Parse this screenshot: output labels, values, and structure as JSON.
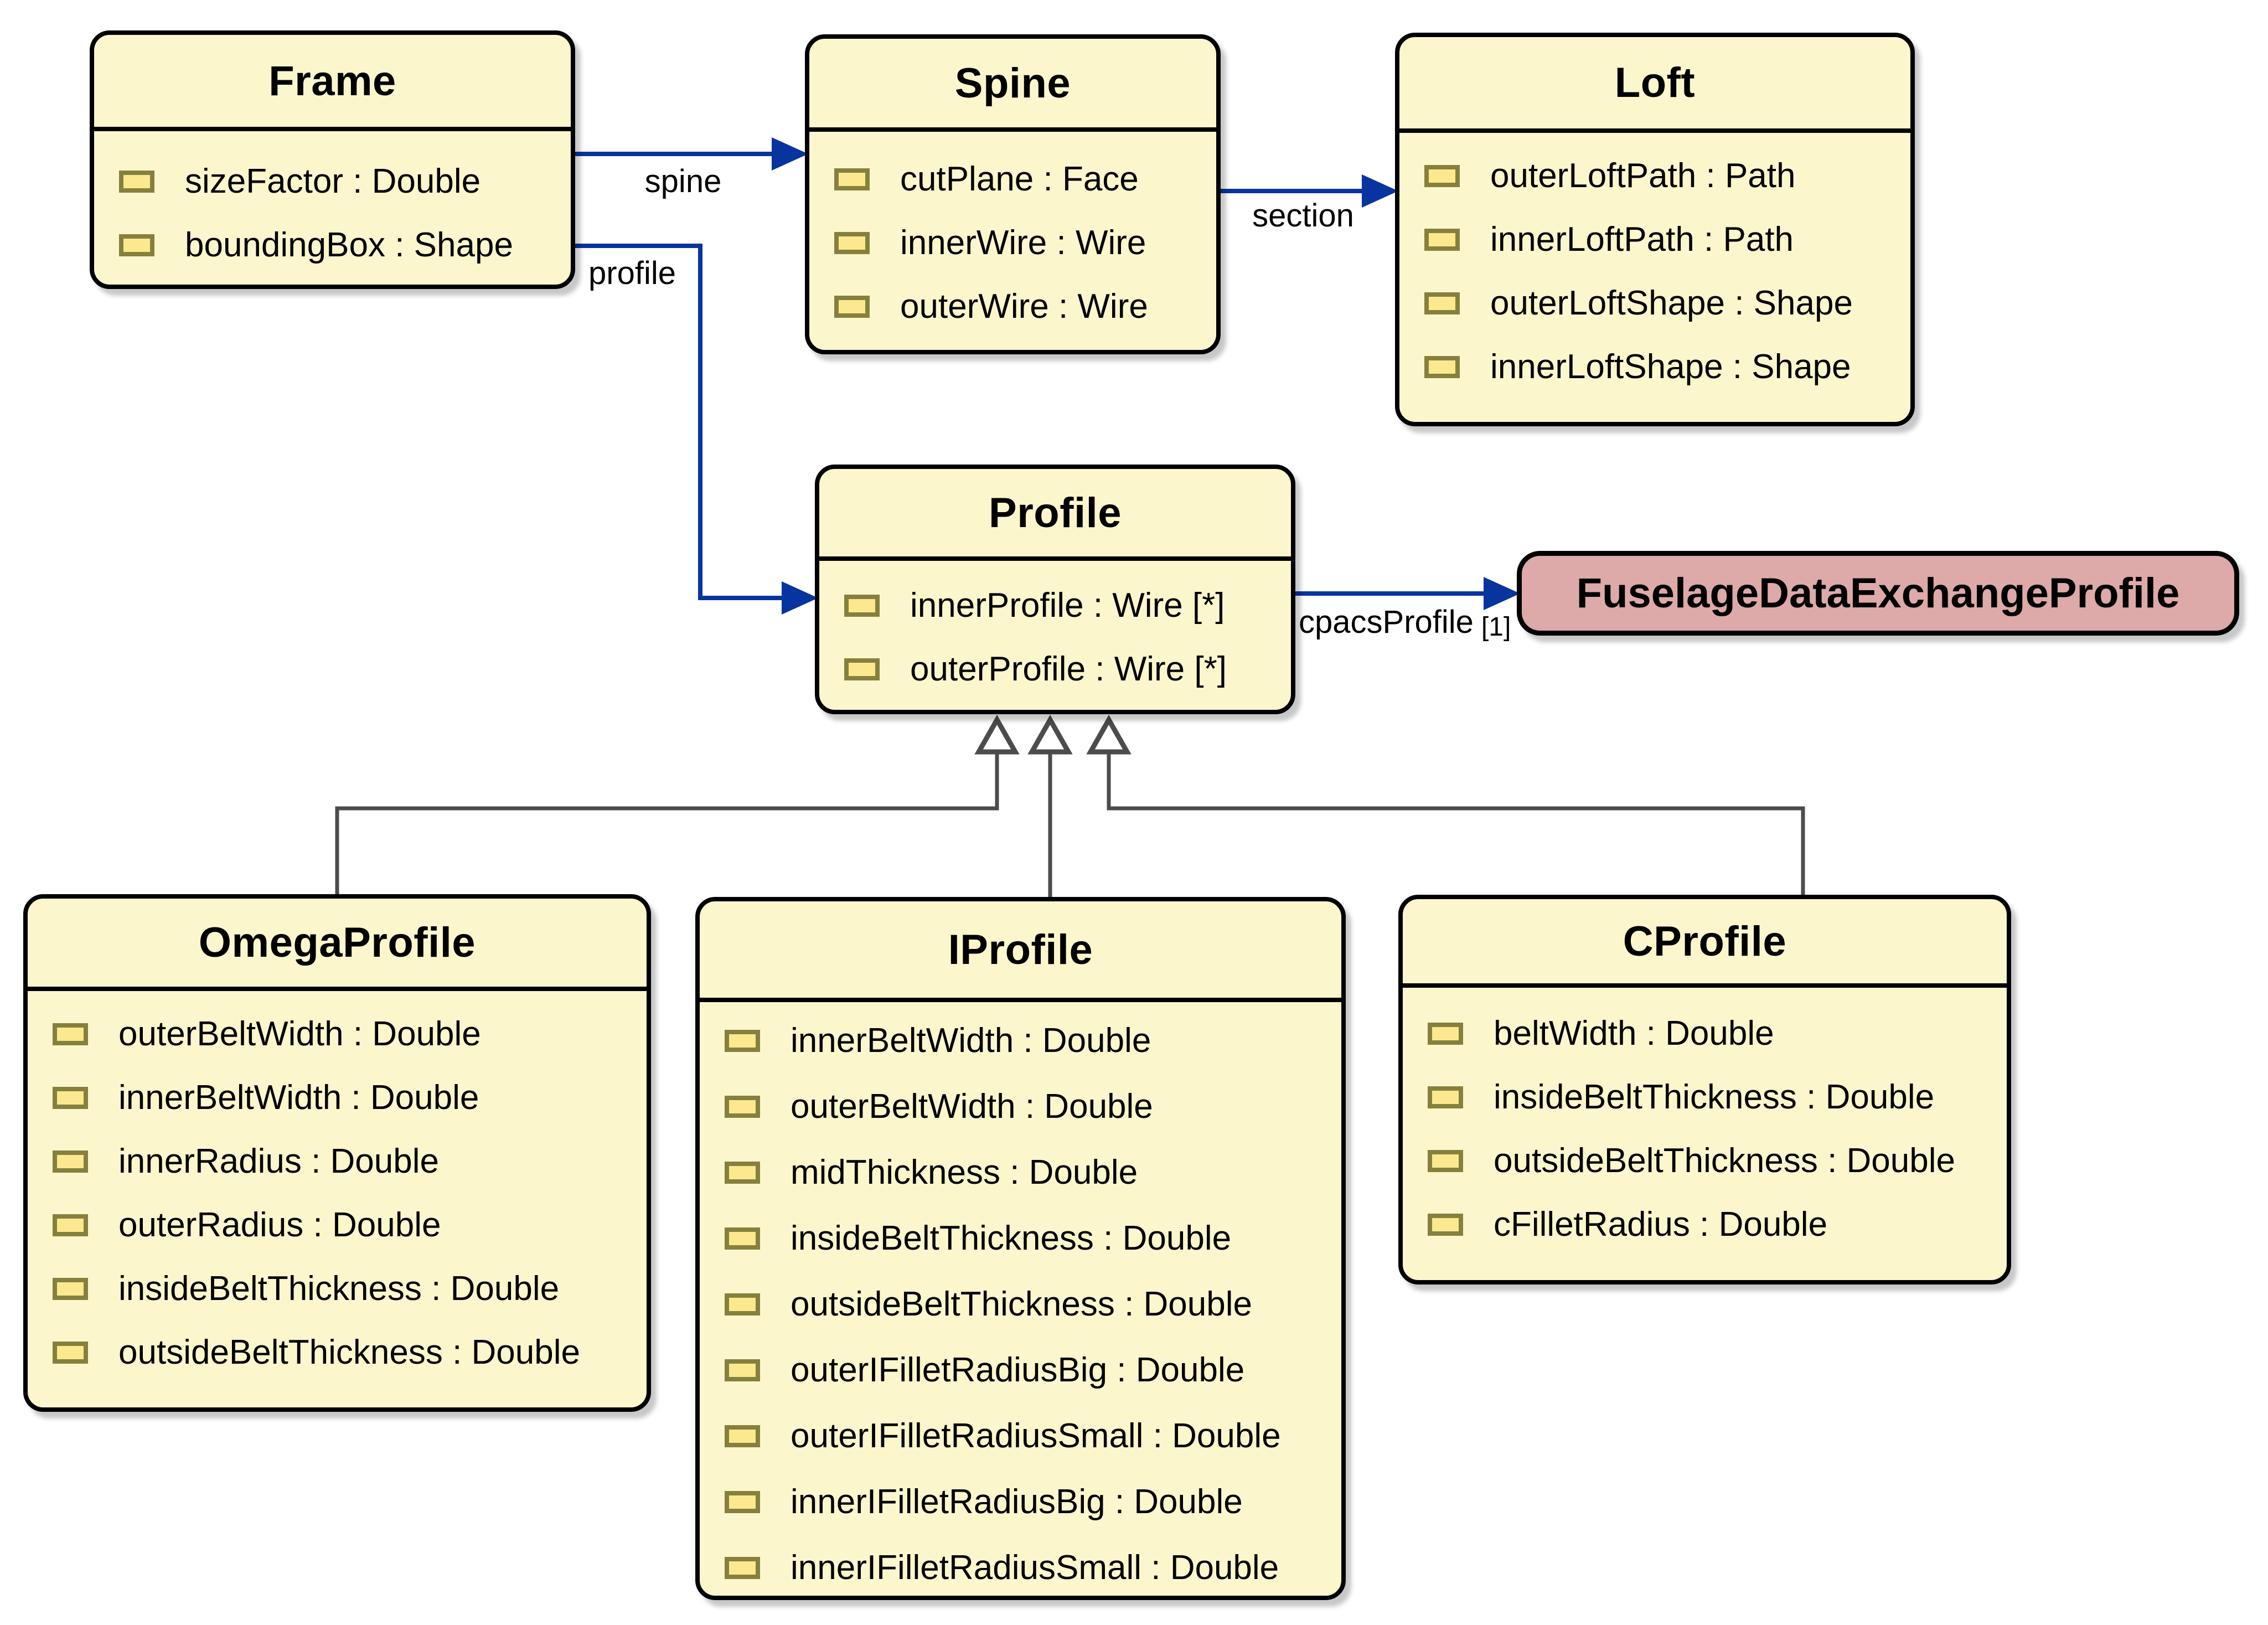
{
  "classes": {
    "frame": {
      "title": "Frame",
      "attrs": [
        "sizeFactor : Double",
        "boundingBox : Shape"
      ]
    },
    "spine": {
      "title": "Spine",
      "attrs": [
        "cutPlane : Face",
        "innerWire : Wire",
        "outerWire : Wire"
      ]
    },
    "loft": {
      "title": "Loft",
      "attrs": [
        "outerLoftPath : Path",
        "innerLoftPath : Path",
        "outerLoftShape : Shape",
        "innerLoftShape : Shape"
      ]
    },
    "profile": {
      "title": "Profile",
      "attrs": [
        "innerProfile : Wire [*]",
        "outerProfile : Wire [*]"
      ]
    },
    "fuselage_data_exchange_profile": {
      "title": "FuselageDataExchangeProfile"
    },
    "omega_profile": {
      "title": "OmegaProfile",
      "attrs": [
        "outerBeltWidth : Double",
        "innerBeltWidth : Double",
        "innerRadius : Double",
        "outerRadius : Double",
        "insideBeltThickness : Double",
        "outsideBeltThickness : Double"
      ]
    },
    "i_profile": {
      "title": "IProfile",
      "attrs": [
        "innerBeltWidth : Double",
        "outerBeltWidth : Double",
        "midThickness : Double",
        "insideBeltThickness : Double",
        "outsideBeltThickness : Double",
        "outerIFilletRadiusBig : Double",
        "outerIFilletRadiusSmall : Double",
        "innerIFilletRadiusBig : Double",
        "innerIFilletRadiusSmall : Double"
      ]
    },
    "c_profile": {
      "title": "CProfile",
      "attrs": [
        "beltWidth : Double",
        "insideBeltThickness : Double",
        "outsideBeltThickness : Double",
        "cFilletRadius : Double"
      ]
    }
  },
  "edge_labels": {
    "spine": "spine",
    "profile": "profile",
    "section": "section",
    "cpacs_profile": "cpacsProfile",
    "cpacs_multiplicity": "[1]"
  },
  "colors": {
    "class_fill": "#FCF6CD",
    "highlight_fill": "#DDA9A9",
    "association_blue": "#0834A0",
    "inheritance_gray": "#4C4C4C",
    "attribute_icon_fill": "#FCE98F",
    "attribute_icon_border": "#86803E"
  }
}
